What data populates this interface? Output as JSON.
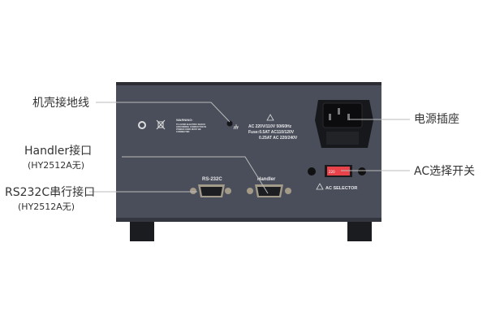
{
  "annotations": {
    "ground": "机壳接地线",
    "power_socket": "电源插座",
    "handler": "Handler接口",
    "handler_note": "(HY2512A无)",
    "rs232": "RS232C串行接口",
    "rs232_note": "(HY2512A无)",
    "ac_switch": "AC选择开关"
  },
  "panel": {
    "warning_title": "WARNING:",
    "warning_lines": [
      "TO AVOID ELECTRIC SHOCK",
      "GROUNDING CONDUCTOR IN",
      "POWER CORD MUST BE",
      "CONNECTED"
    ],
    "power_spec": [
      "AC 220V/110V 50/60Hz",
      "Fuse:0.5AT AC110/120V",
      "0.25AT AC 220/240V"
    ],
    "rs232_label": "RS-232C",
    "handler_label": "Handler",
    "ac_selector_label": "AC SELECTOR",
    "switch_text": "220"
  },
  "colors": {
    "panel": "#4a4e5a",
    "switch": "#e8434a"
  }
}
